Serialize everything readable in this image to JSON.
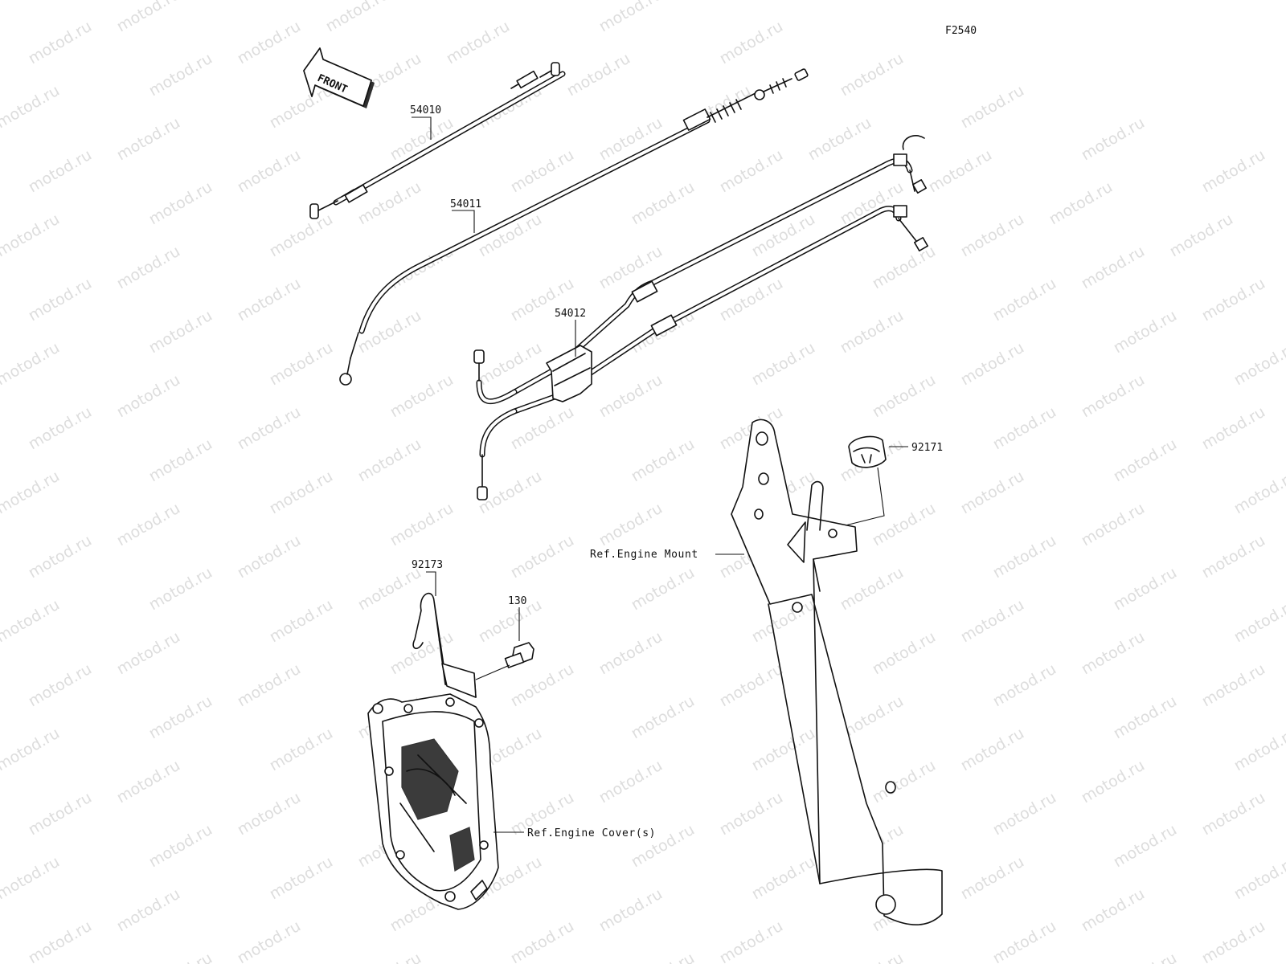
{
  "diagram": {
    "diagram_code": "F2540",
    "direction_arrow_text": "FRONT",
    "watermark_text": "motod.ru",
    "callouts": {
      "clutch_cable": "54010",
      "choke_cable": "54011",
      "throttle_cable": "54012",
      "clamp": "92171",
      "cable_hook": "92173",
      "bolt": "130"
    },
    "references": {
      "engine_mount": "Ref.Engine Mount",
      "engine_covers": "Ref.Engine Cover(s)"
    }
  }
}
